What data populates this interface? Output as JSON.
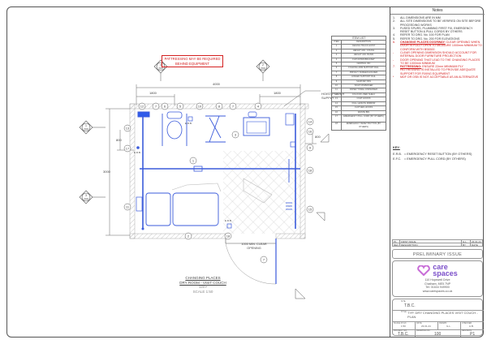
{
  "drawing": {
    "warning_note": "PATTRESSING MAY BE REQUIRED BEHIND EQUIPMENT",
    "dimensions": {
      "overall_width": "4000",
      "left_segment": "1800",
      "right_segment": "1800",
      "overall_depth": "3000",
      "left_upper": "800",
      "right_upper": "800"
    },
    "hoist_label": "HOIST POWER SUPPLY",
    "door_label": "1000 MIN. CLEAR OPENING",
    "erb_label": "E.R.B.",
    "efc_label": "E.F.C.",
    "section_markers": [
      {
        "num": "4",
        "ref": "200"
      },
      {
        "num": "2",
        "ref": "200"
      },
      {
        "num": "1",
        "ref": "200"
      },
      {
        "num": "3",
        "ref": "200"
      },
      {
        "num": "3",
        "ref": "200"
      }
    ],
    "item_tags": [
      "1",
      "2",
      "3",
      "4",
      "5",
      "6",
      "7",
      "8",
      "9",
      "10",
      "11",
      "12",
      "13",
      "14",
      "15",
      "16",
      "17",
      "18"
    ],
    "plan_title": {
      "line1": "CHANGING PLACES",
      "line2": "DRY ROOM - VISIT COUCH",
      "area": "12m²",
      "scale": "SCALE 1:50"
    }
  },
  "item_list": {
    "title": "ITEM LIST",
    "col_item": "ITEM",
    "col_desc": "DESCRIPTION",
    "rows": [
      {
        "n": "1",
        "d": "CEILING TRACK HOIST"
      },
      {
        "n": "2",
        "d": "HEIGHT ADJ. COUCH"
      },
      {
        "n": "3",
        "d": "HEIGHT ADJ. BASIN"
      },
      {
        "n": "4",
        "d": "FLIP-DOWN BRACKET"
      },
      {
        "n": "5",
        "d": "CENTRAL WC"
      },
      {
        "n": "6",
        "d": "FOLDING ARM SUPPORT RAIL"
      },
      {
        "n": "7",
        "d": "PRIVACY SCREEN HOLDER"
      },
      {
        "n": "8",
        "d": "HINGED SUPPORT RAIL"
      },
      {
        "n": "9",
        "d": "SANITARY BIN"
      },
      {
        "n": "10",
        "d": "SOAP DISPENSER"
      },
      {
        "n": "11",
        "d": "PAPER TOWEL DISPENSER"
      },
      {
        "n": "12",
        "d": "COLOUR LINED SHELF"
      },
      {
        "n": "13",
        "d": "COAT HOOKS"
      },
      {
        "n": "14",
        "d": "FULL LENGTH MIRROR"
      },
      {
        "n": "15",
        "d": "CLOTHES HOOKS"
      },
      {
        "n": "16",
        "d": "WASTE BIN"
      },
      {
        "n": "17",
        "d": "EMERGENCY PULL CORD (BY OTHERS)"
      },
      {
        "n": "18",
        "d": "EMERGENCY RESET BUTTON (BY OTHERS)"
      }
    ]
  },
  "notes": {
    "title": "Notes",
    "items": [
      {
        "num": "1.",
        "text": "ALL DIMENSIONS ARE IN MM",
        "red": false
      },
      {
        "num": "2.",
        "text": "ALL SITE DIMENSIONS TO BE VERIFIED ON SITE BEFORE PROCEEDING WORKS",
        "red": false
      },
      {
        "num": "3.",
        "text": "FUSED SPURS, PLUMBING FIRST FIX, EMERGENCY RESET BUTTON & PULL CORDS BY OTHERS",
        "red": false
      },
      {
        "num": "4.",
        "text": "REFER TO DRG. No. 100 FOR PLAN",
        "red": false
      },
      {
        "num": "5.",
        "text": "REFER TO DRG. No. 200 FOR ELEVATIONS",
        "red": false
      },
      {
        "num": "6.",
        "heading": "CHANGING PLACES DOORWAY:",
        "text": "CLEAR OPENING WHEN DOOR IS FULLY OPEN TO MEASURE 1000mm MINIMUM TO CONFORM WITH BS8300",
        "red": true
      },
      {
        "num": "-",
        "text": "CLEAR OPENING DIMENSION SHOULD ACCOUNT FOR INTERNAL DOOR FURNITURE PROJECTION",
        "red": true
      },
      {
        "num": "-",
        "text": "DOOR OPENING THAT LEAD TO THE CHANGING PLACES TO BE 1000mm MINIMUM",
        "red": true
      },
      {
        "num": "7.",
        "heading": "PATTRESSING:",
        "text": "ENSURE 22mm MINIMUM PLY PATTRESSING IS INSTALLED TO PROVIDE ADEQUATE SUPPORT FOR FIXING EQUIPMENT",
        "red": true
      },
      {
        "num": "*",
        "text": "MDF OR OSB IS NOT ACCEPTABLE AS AN ALTERNATIVE",
        "red": true
      }
    ]
  },
  "key": {
    "title": "KEY:",
    "rows": [
      {
        "abbr": "E.R.B.",
        "desc": "= EMERGENCY RESET BUTTON (BY OTHERS)"
      },
      {
        "abbr": "E.F.C.",
        "desc": "= EMERGENCY PULL CORD (BY OTHERS)"
      }
    ]
  },
  "revisions": {
    "rows": [
      {
        "rev": "P1",
        "desc": "FIRST ISSUE",
        "by": "G.L.",
        "date": "23.01.24"
      }
    ],
    "header": {
      "rev": "REV",
      "desc": "DESCRIPTION",
      "by": "BY",
      "date": "DATE"
    },
    "status_label": "STATUS",
    "status": "PRELIMINARY ISSUE"
  },
  "company": {
    "name_line1": "care",
    "name_line2": "spaces",
    "address1": "110 Hopewell Drive",
    "address2": "Chatham, ME5 7NP",
    "tel": "Tel: 01634 949900",
    "web": "www.carespaces.co.uk",
    "brand_color": "#7b4fc9",
    "heart_color": "#c86dd7"
  },
  "title_block": {
    "site_label": "SITE",
    "site": "T.B.C.",
    "title_label": "TITLE",
    "title": "TYP. DRY CHANGING PLACES VISIT COUCH - PLAN",
    "scale_label": "SCALE AT A3",
    "scale": "1:50",
    "date_label": "DATE",
    "date": "23.01.24",
    "drawn_label": "DRAWN",
    "drawn": "G.L.",
    "checked_label": "CHECKED",
    "checked": "A.B.",
    "project_label": "PROJECT NO.",
    "project": "T.B.C.",
    "drawing_label": "DRAWING NO.",
    "drawing": "100",
    "revision_label": "REVISION",
    "revision": "P1"
  }
}
